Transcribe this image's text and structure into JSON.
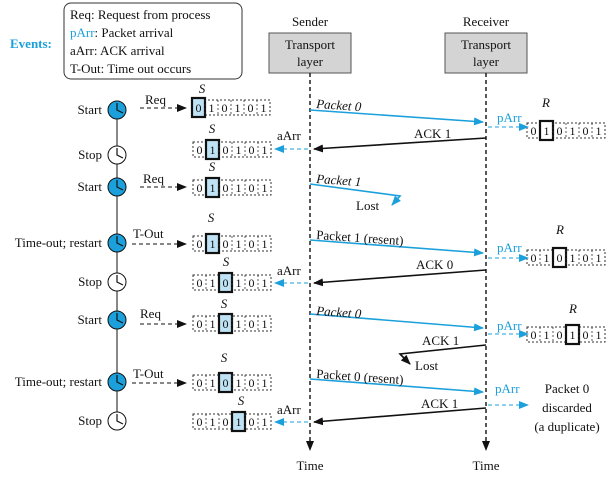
{
  "legend": {
    "title": "Events:",
    "items": [
      {
        "code": "Req",
        "text": ": Request from process"
      },
      {
        "code": "pArr",
        "text": ": Packet arrival"
      },
      {
        "code": "aArr",
        "text": ": ACK arrival"
      },
      {
        "code": "T-Out",
        "text": ": Time out occurs"
      }
    ]
  },
  "sender": {
    "caption": "Sender",
    "box_line1": "Transport",
    "box_line2": "layer",
    "time": "Time"
  },
  "receiver": {
    "caption": "Receiver",
    "box_line1": "Transport",
    "box_line2": "layer",
    "time": "Time"
  },
  "seq_bits": [
    "0",
    "1",
    "0",
    "1",
    "0",
    "1"
  ],
  "var_s": "S",
  "var_r": "R",
  "events": {
    "req": "Req",
    "tout": "T-Out",
    "aarr": "aArr",
    "parr": "pArr",
    "start": "Start",
    "stop": "Stop",
    "timeout_restart": "Time-out; restart"
  },
  "messages": {
    "packet0": "Packet 0",
    "ack1": "ACK 1",
    "packet1": "Packet 1",
    "lost": "Lost",
    "packet1_resent": "Packet 1 (resent)",
    "ack0": "ACK 0",
    "packet0_resent": "Packet 0 (resent)",
    "discard_l1": "Packet 0",
    "discard_l2": "discarded",
    "discard_l3": "(a duplicate)"
  },
  "colors": {
    "accent": "#1ba0dc",
    "highlight": "#bfe3f5",
    "ink": "#111111"
  }
}
